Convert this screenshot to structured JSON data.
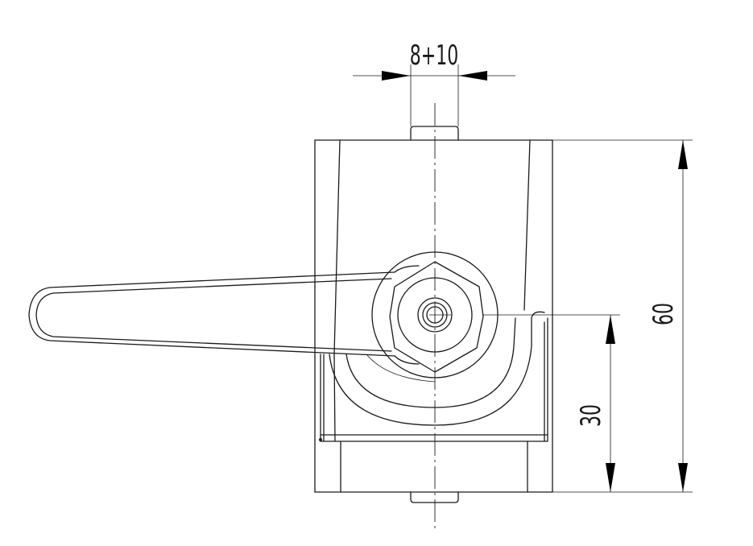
{
  "dimensions": {
    "top_width": "8+10",
    "total_height": "60",
    "half_height": "30"
  },
  "colors": {
    "line": "#1a1a1a",
    "background": "#ffffff"
  }
}
